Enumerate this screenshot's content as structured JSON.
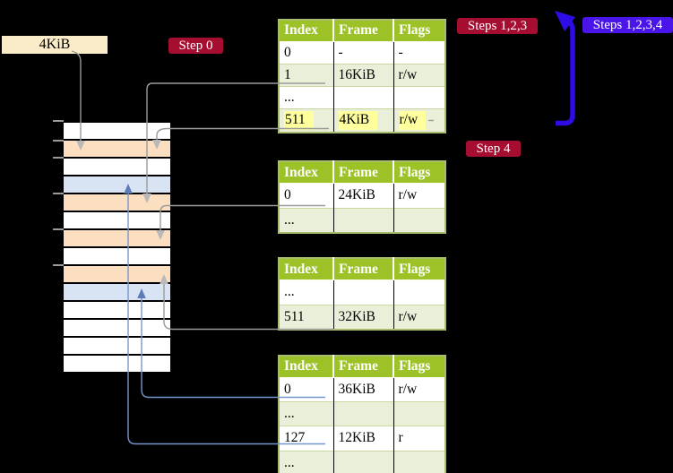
{
  "colors": {
    "cream": "#faecc8",
    "crimson": "#a50e31",
    "violet": "#4a15e9",
    "header_green": "#9cc228",
    "alt_row_green": "#e9efd8",
    "table_border": "#a9bd6e",
    "row_separator": "#c8d79f",
    "highlight_yellow": "#ffff9d",
    "memory_peach": "#fbdfc0",
    "memory_blue": "#d8e4f3",
    "memory_white": "#ffffff",
    "gray_connector": "#9b9b9b",
    "gray_arrowhead": "#b9b9b9",
    "blue_connector": "#7796ca",
    "blue_arrowhead": "#5e7db7",
    "big_arrow_blue": "#2d0ce6"
  },
  "frame_label": {
    "text": "4KiB"
  },
  "badges": {
    "step0": {
      "text": "Step 0"
    },
    "steps123": {
      "text": "Steps 1,2,3"
    },
    "steps1234": {
      "text": "Steps 1,2,3,4"
    },
    "step4": {
      "text": "Step 4"
    }
  },
  "memory": {
    "rows": [
      "white",
      "peach",
      "white",
      "blue",
      "peach",
      "white",
      "peach",
      "white",
      "peach",
      "blue",
      "white",
      "white",
      "white",
      "white"
    ]
  },
  "tables": [
    {
      "headers": [
        "Index",
        "Frame",
        "Flags"
      ],
      "rows": [
        {
          "cells": [
            "0",
            "-",
            "-"
          ]
        },
        {
          "cells": [
            "1",
            "16KiB",
            "r/w"
          ]
        },
        {
          "cells": [
            "...",
            "",
            ""
          ]
        },
        {
          "cells": [
            "511",
            "4KiB",
            "r/w"
          ],
          "highlight": true
        }
      ]
    },
    {
      "headers": [
        "Index",
        "Frame",
        "Flags"
      ],
      "rows": [
        {
          "cells": [
            "0",
            "24KiB",
            "r/w"
          ]
        },
        {
          "cells": [
            "...",
            "",
            ""
          ]
        }
      ]
    },
    {
      "headers": [
        "Index",
        "Frame",
        "Flags"
      ],
      "rows": [
        {
          "cells": [
            "...",
            "",
            ""
          ]
        },
        {
          "cells": [
            "511",
            "32KiB",
            "r/w"
          ]
        }
      ]
    },
    {
      "headers": [
        "Index",
        "Frame",
        "Flags"
      ],
      "rows": [
        {
          "cells": [
            "0",
            "36KiB",
            "r/w"
          ]
        },
        {
          "cells": [
            "...",
            "",
            ""
          ]
        },
        {
          "cells": [
            "127",
            "12KiB",
            "r"
          ]
        },
        {
          "cells": [
            "...",
            "",
            ""
          ]
        }
      ]
    }
  ]
}
